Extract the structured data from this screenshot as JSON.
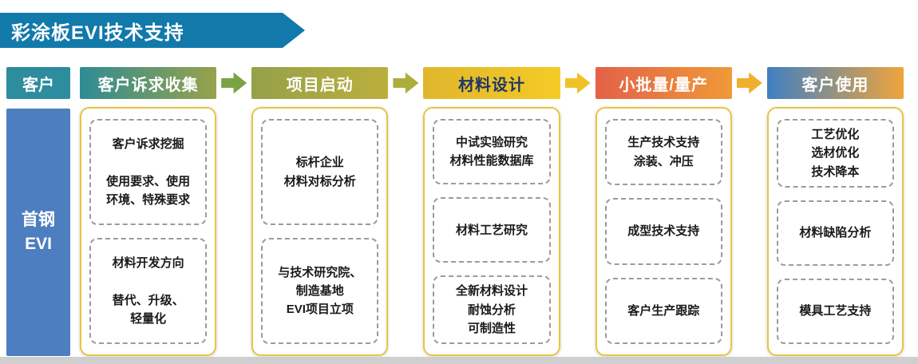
{
  "page": {
    "title": "彩涂板EVI技术支持",
    "customer_label": "客户",
    "evi_label": "首钢\nEVI"
  },
  "columns": [
    {
      "header": "客户诉求收集",
      "boxes": [
        "客户诉求挖掘\n\n使用要求、使用\n环境、特殊要求",
        "材料开发方向\n\n替代、升级、\n轻量化"
      ]
    },
    {
      "header": "项目启动",
      "boxes": [
        "标杆企业\n材料对标分析",
        "与技术研究院、\n制造基地\nEVI项目立项"
      ]
    },
    {
      "header": "材料设计",
      "boxes": [
        "中试实验研究\n材料性能数据库",
        "材料工艺研究",
        "全新材料设计\n耐蚀分析\n可制造性"
      ]
    },
    {
      "header": "小批量/量产",
      "boxes": [
        "生产技术支持\n涂装、冲压",
        "成型技术支持",
        "客户生产跟踪"
      ]
    },
    {
      "header": "客户使用",
      "boxes": [
        "工艺优化\n选材优化\n技术降本",
        "材料缺陷分析",
        "模具工艺支持"
      ]
    }
  ],
  "colors": {
    "banner_blue": "#1279ab",
    "customer_teal": "#2d8c9e",
    "evi_blue": "#4d7ebf",
    "stage1_gradient": [
      "#2f8c94",
      "#97a24a"
    ],
    "stage2_gradient": [
      "#95a149",
      "#bcaf3c"
    ],
    "stage3_gradient": [
      "#e0b62e",
      "#f4cb25"
    ],
    "stage4_gradient": [
      "#e36148",
      "#ef9a38"
    ],
    "stage5_gradient": [
      "#3f80c3",
      "#f0a43c"
    ],
    "arrow_colors": [
      "#7ca343",
      "#abae3d",
      "#f0c22a",
      "#efb02d"
    ],
    "container_border_gold": "#e7c544",
    "dashed_border_gray": "#9b9b9b"
  }
}
